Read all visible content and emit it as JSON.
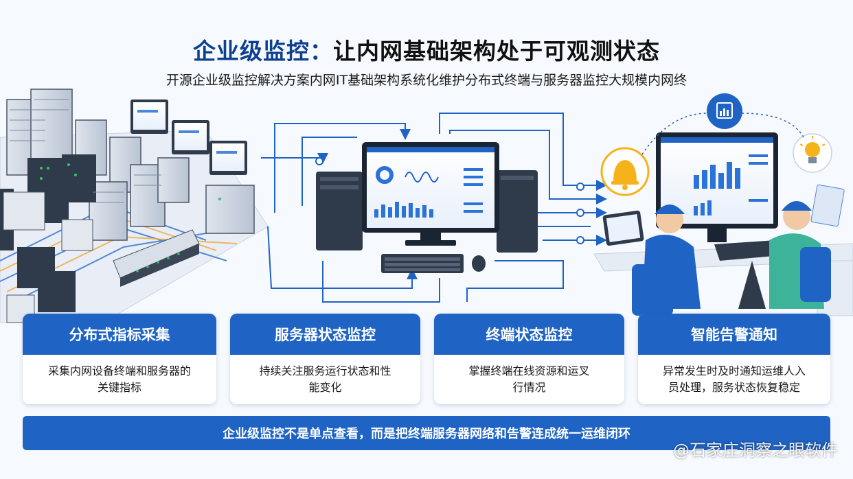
{
  "title": {
    "part1": "企业级监控：",
    "part2": "让内网基础架构处于可观测状态"
  },
  "subtitle": "开源企业级监控解决方案内网IT基础架构系统化维护分布式终端与服务器监控大规模内网终",
  "cards": [
    {
      "title": "分布式指标采集",
      "line1": "采集内网设备终端和服务器的",
      "line2": "关键指标"
    },
    {
      "title": "服务器状态监控",
      "line1": "持续关注服务运行状态和性",
      "line2": "能变化"
    },
    {
      "title": "终端状态监控",
      "line1": "掌握终端在线资源和运叉",
      "line2": "行情况"
    },
    {
      "title": "智能告警通知",
      "line1": "异常发生时及时通知运维人⼊",
      "line2": "员处理，服务状态恢复稳定"
    }
  ],
  "banner": "企业级监控不是单点查看，而是把终端服务器网络和告警连成统一运维闭环",
  "watermark": "@石家庄洞察之眼软件",
  "colors": {
    "primary": "#1f63c4",
    "title_blue": "#0d3f8f",
    "alert_yellow": "#f5b21b"
  },
  "icons": [
    "server-rack-icon",
    "monitor-icon",
    "switch-icon",
    "bell-icon",
    "lightbulb-icon",
    "dashboard-icon",
    "operator-icon"
  ]
}
